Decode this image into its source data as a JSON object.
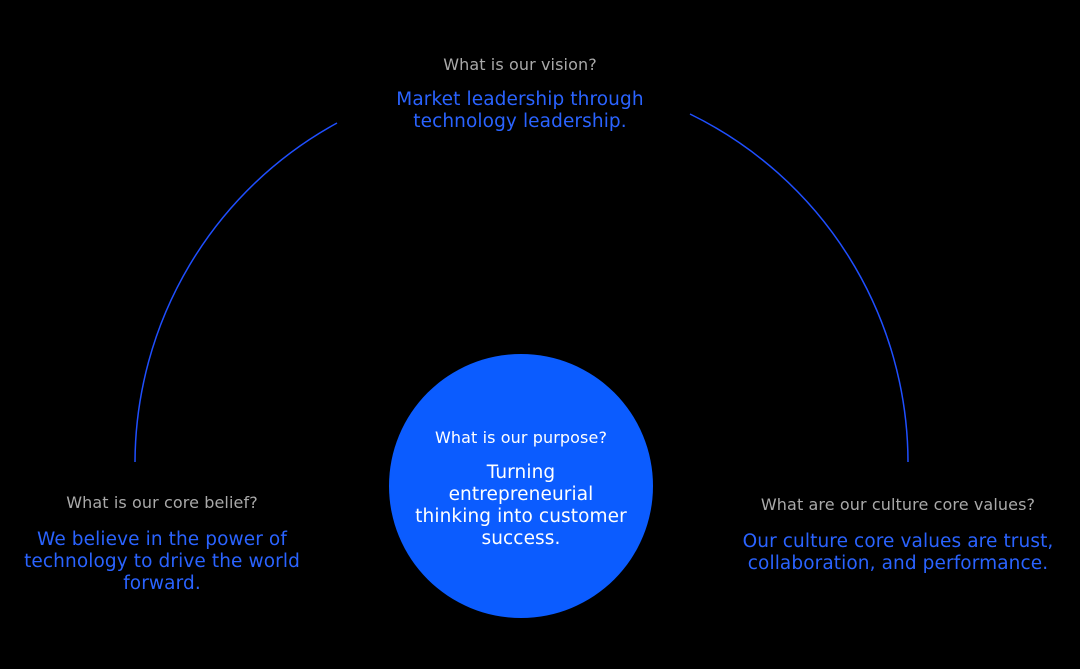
{
  "colors": {
    "background": "#000000",
    "accent": "#0b5cff",
    "answer_text": "#2a63ff",
    "question_text": "#a9a9a9",
    "circle_text": "#ffffff"
  },
  "vision": {
    "question": "What is our vision?",
    "answer_line1": "Market leadership through",
    "answer_line2": "technology leadership."
  },
  "core_belief": {
    "question": "What is our core belief?",
    "answer_line1": "We believe in the power of",
    "answer_line2": "technology to drive the world",
    "answer_line3": "forward."
  },
  "purpose": {
    "question": "What is our purpose?",
    "answer_line1": "Turning",
    "answer_line2": "entrepreneurial",
    "answer_line3": "thinking into customer",
    "answer_line4": "success."
  },
  "culture_values": {
    "question": "What are our culture core values?",
    "answer_line1": "Our culture core values are trust,",
    "answer_line2": "collaboration, and performance."
  }
}
